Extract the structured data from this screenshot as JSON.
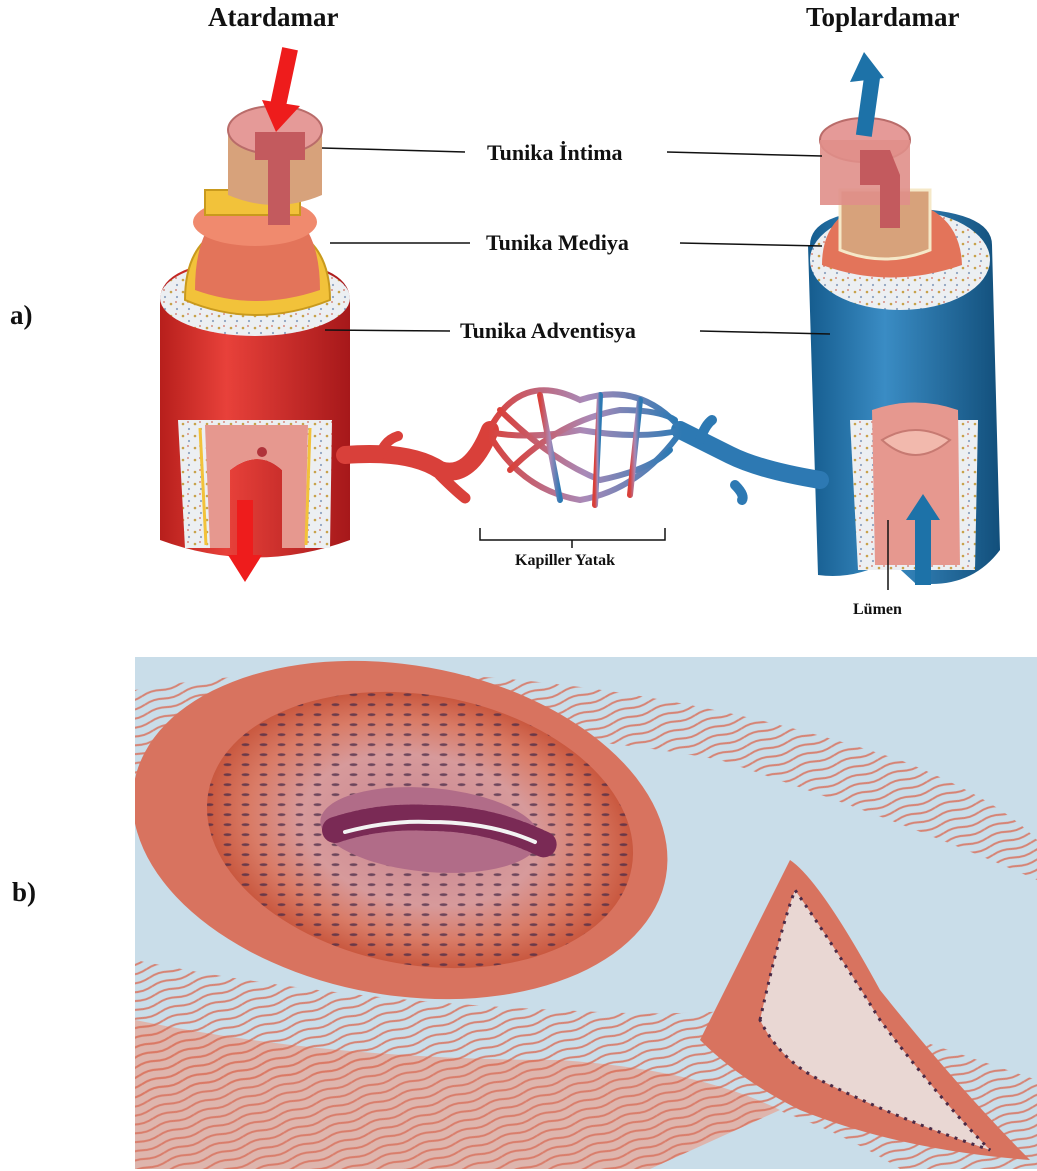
{
  "figure": {
    "panel_a": {
      "letter": "a)",
      "artery_title": "Atardamar",
      "vein_title": "Toplardamar",
      "layers": [
        "Tunika İntima",
        "Tunika Mediya",
        "Tunika Adventisya"
      ],
      "capillary_label": "Kapiller Yatak",
      "lumen_label": "Lümen"
    },
    "panel_b": {
      "letter": "b)"
    }
  },
  "colors": {
    "artery_red": "#d6302a",
    "vein_blue": "#1f6ea6",
    "intima_pink": "#e59a98",
    "media_tan": "#d7a27b",
    "elastic_yellow": "#f2c23a",
    "adventitia_white": "#eef0f2",
    "arrow_red": "#ee1c1c",
    "arrow_blue": "#1d72a8",
    "micro_bg": "#c9dde9",
    "micro_tissue": "#d8735f"
  }
}
